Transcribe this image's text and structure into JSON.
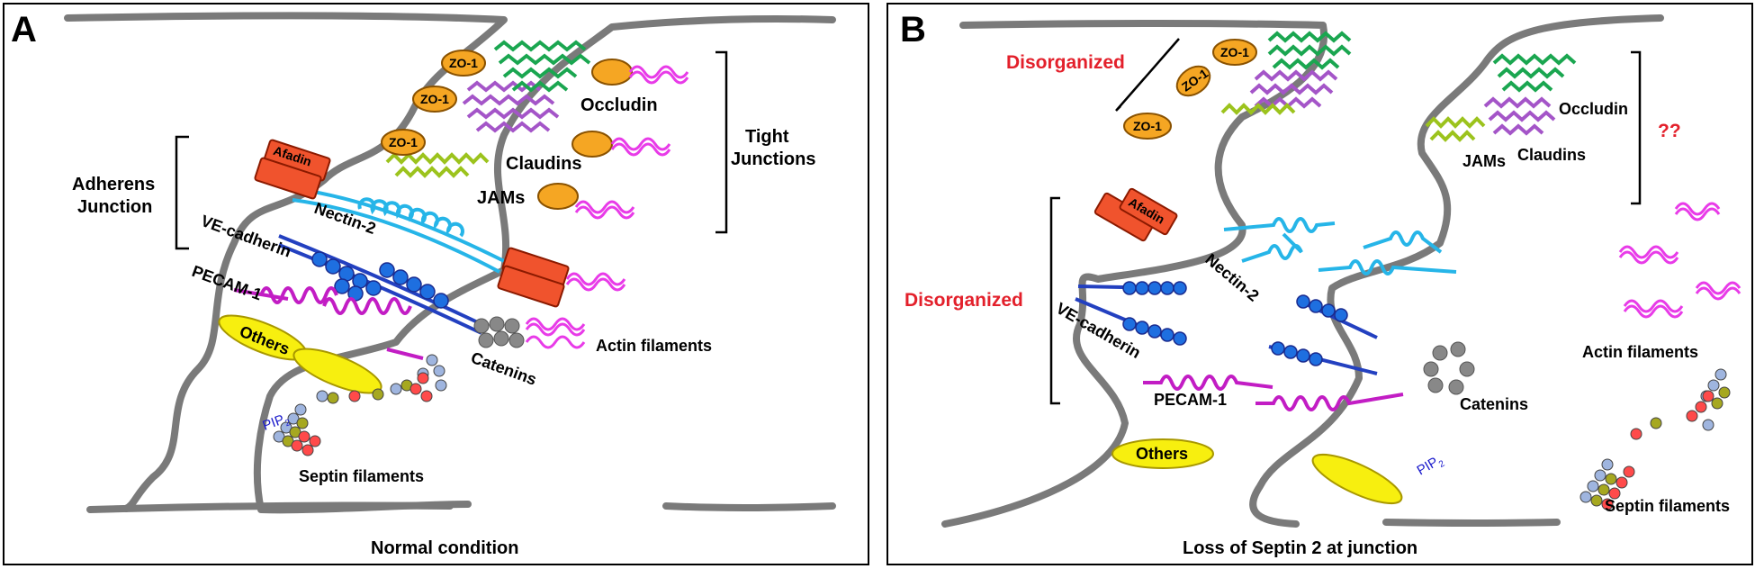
{
  "colors": {
    "membrane": "#7a7a7a",
    "zo1_fill": "#f5a623",
    "afadin_fill": "#f0532d",
    "occludin": "#1aa650",
    "claudins": "#a455c8",
    "jams": "#9cc31d",
    "nectin": "#26b5e8",
    "ve_cadherin": "#2340c0",
    "ve_beads": "#1e6fe0",
    "pecam": "#c21dc4",
    "actin": "#e83be8",
    "others": "#f7ef0f",
    "catenins": "#888888",
    "septin_blue": "#9fb5df",
    "septin_red": "#ff4a4a",
    "septin_olive": "#a6a820",
    "alert_red": "#e3202b"
  },
  "panel_a": {
    "letter": "A",
    "caption": "Normal condition",
    "zo1": "ZO-1",
    "afadin": "Afadin",
    "occludin": "Occludin",
    "claudins": "Claudins",
    "jams": "JAMs",
    "tight_line1": "Tight",
    "tight_line2": "Junctions",
    "adherens_line1": "Adherens",
    "adherens_line2": "Junction",
    "nectin": "Nectin-2",
    "ve_cadherin": "VE-cadherin",
    "pecam": "PECAM-1",
    "others": "Others",
    "catenins": "Catenins",
    "actin": "Actin filaments",
    "pip_main": "PIP",
    "pip_sub": "2",
    "septin": "Septin filaments"
  },
  "panel_b": {
    "letter": "B",
    "caption": "Loss of Septin 2 at junction",
    "disorganized_top": "Disorganized",
    "disorganized_mid": "Disorganized",
    "zo1": "ZO-1",
    "afadin": "Afadin",
    "occludin": "Occludin",
    "claudins": "Claudins",
    "jams": "JAMs",
    "question": "??",
    "nectin": "Nectin-2",
    "ve_cadherin": "VE-cadherin",
    "pecam": "PECAM-1",
    "others": "Others",
    "catenins": "Catenins",
    "actin": "Actin filaments",
    "pip_main": "PIP",
    "pip_sub": "2",
    "septin": "Septin filaments"
  }
}
